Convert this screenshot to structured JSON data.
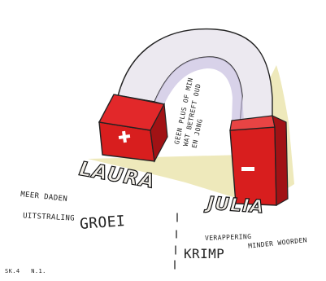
{
  "title_note": "GEEN PLUS OF MIN WAT BETREFT OUD EN JONG",
  "note_lines": [
    "GEEN PLUS OF MIN",
    "WAT BETREFT OUD",
    "EN JONG"
  ],
  "left": {
    "sign": "+",
    "name": "LAURA",
    "line1": "MEER DADEN",
    "line2": "UITSTRALING",
    "big_word": "GROEI"
  },
  "right": {
    "sign": "−",
    "name": "JULIA",
    "line1": "VERAPPERING",
    "line2": "MINDER WOORDEN",
    "big_word": "KRIMP"
  },
  "footer": "SK.4   N.1.",
  "colors": {
    "red": "#d81e1e",
    "red_dark": "#9e0f12",
    "silver": "#ece9f0",
    "shadow_yellow": "#e8e2a4"
  }
}
